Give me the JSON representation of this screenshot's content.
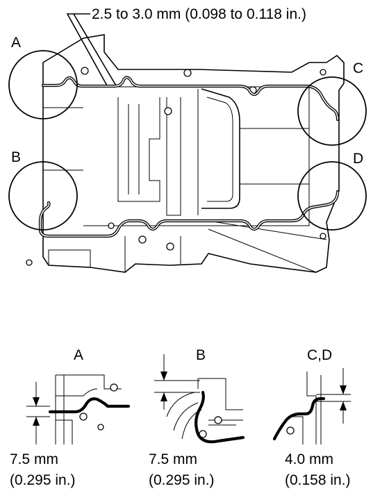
{
  "callout_top": "2.5 to 3.0 mm (0.098 to 0.118 in.)",
  "labels": {
    "a": "A",
    "b": "B",
    "c": "C",
    "d": "D"
  },
  "details": [
    {
      "title": "A",
      "value_mm": "7.5 mm",
      "value_in": "(0.295 in.)"
    },
    {
      "title": "B",
      "value_mm": "7.5 mm",
      "value_in": "(0.295 in.)"
    },
    {
      "title": "C,D",
      "value_mm": "4.0 mm",
      "value_in": "(0.158 in.)"
    }
  ]
}
